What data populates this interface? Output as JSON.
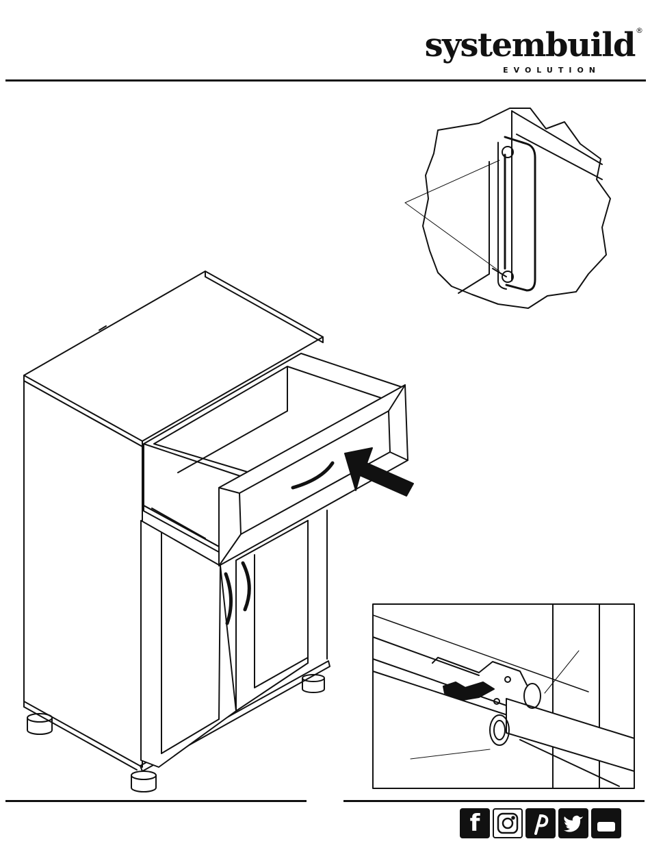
{
  "brand": {
    "name": "systembuild",
    "registered": "®",
    "subtitle": "EVOLUTION"
  },
  "social": {
    "icons": [
      "facebook-icon",
      "instagram-icon",
      "pinterest-icon",
      "twitter-icon",
      "youtube-icon"
    ],
    "facebook_glyph": "f"
  },
  "colors": {
    "ink": "#111111",
    "paper": "#ffffff"
  }
}
